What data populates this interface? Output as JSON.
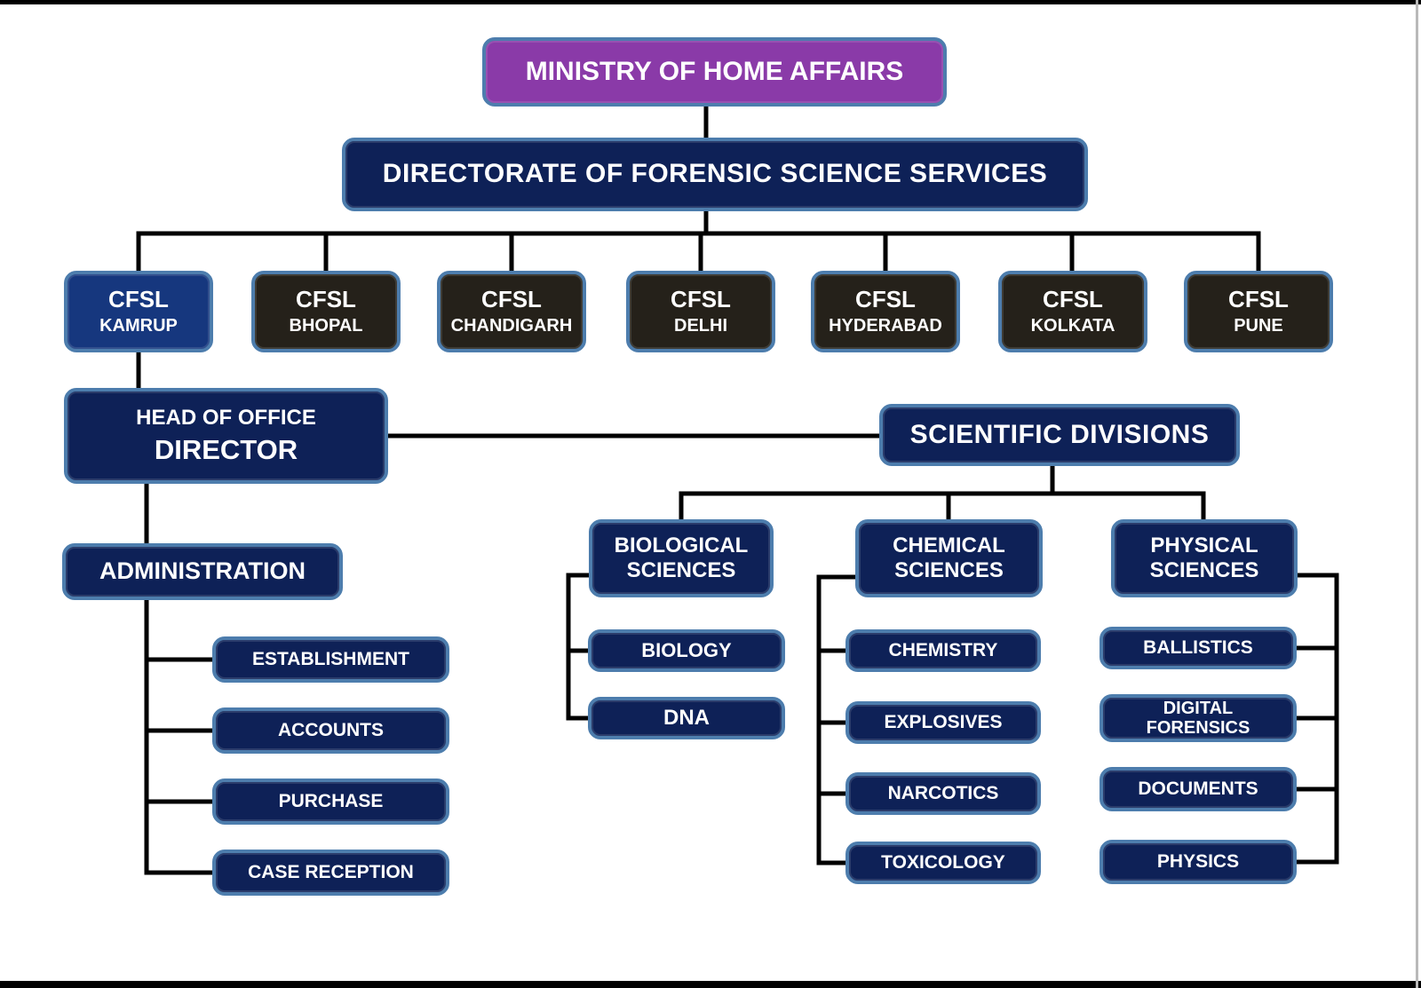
{
  "root": {
    "label": "MINISTRY OF HOME AFFAIRS"
  },
  "directorate": {
    "label": "DIRECTORATE OF FORENSIC SCIENCE SERVICES"
  },
  "cfsl_labs": [
    {
      "org": "CFSL",
      "city": "KAMRUP",
      "highlighted": true
    },
    {
      "org": "CFSL",
      "city": "BHOPAL",
      "highlighted": false
    },
    {
      "org": "CFSL",
      "city": "CHANDIGARH",
      "highlighted": false
    },
    {
      "org": "CFSL",
      "city": "DELHI",
      "highlighted": false
    },
    {
      "org": "CFSL",
      "city": "HYDERABAD",
      "highlighted": false
    },
    {
      "org": "CFSL",
      "city": "KOLKATA",
      "highlighted": false
    },
    {
      "org": "CFSL",
      "city": "PUNE",
      "highlighted": false
    }
  ],
  "head_office": {
    "line1": "HEAD OF OFFICE",
    "line2": "DIRECTOR"
  },
  "scientific_divisions": {
    "label": "SCIENTIFIC DIVISIONS"
  },
  "administration": {
    "label": "ADMINISTRATION",
    "children": [
      "ESTABLISHMENT",
      "ACCOUNTS",
      "PURCHASE",
      "CASE RECEPTION"
    ]
  },
  "divisions": [
    {
      "line1": "BIOLOGICAL",
      "line2": "SCIENCES",
      "children": [
        "BIOLOGY",
        "DNA"
      ]
    },
    {
      "line1": "CHEMICAL",
      "line2": "SCIENCES",
      "children": [
        "CHEMISTRY",
        "EXPLOSIVES",
        "NARCOTICS",
        "TOXICOLOGY"
      ]
    },
    {
      "line1": "PHYSICAL",
      "line2": "SCIENCES",
      "children": [
        "BALLISTICS",
        "DIGITAL FORENSICS",
        "DOCUMENTS",
        "PHYSICS"
      ]
    }
  ],
  "colors": {
    "ministry_fill": "#8a3aa8",
    "navy_fill": "#0e2157",
    "kamrup_fill": "#16377e",
    "dark_lab_fill": "#25211a",
    "box_border": "#4d7dad",
    "connector": "#000000",
    "text": "#ffffff"
  }
}
